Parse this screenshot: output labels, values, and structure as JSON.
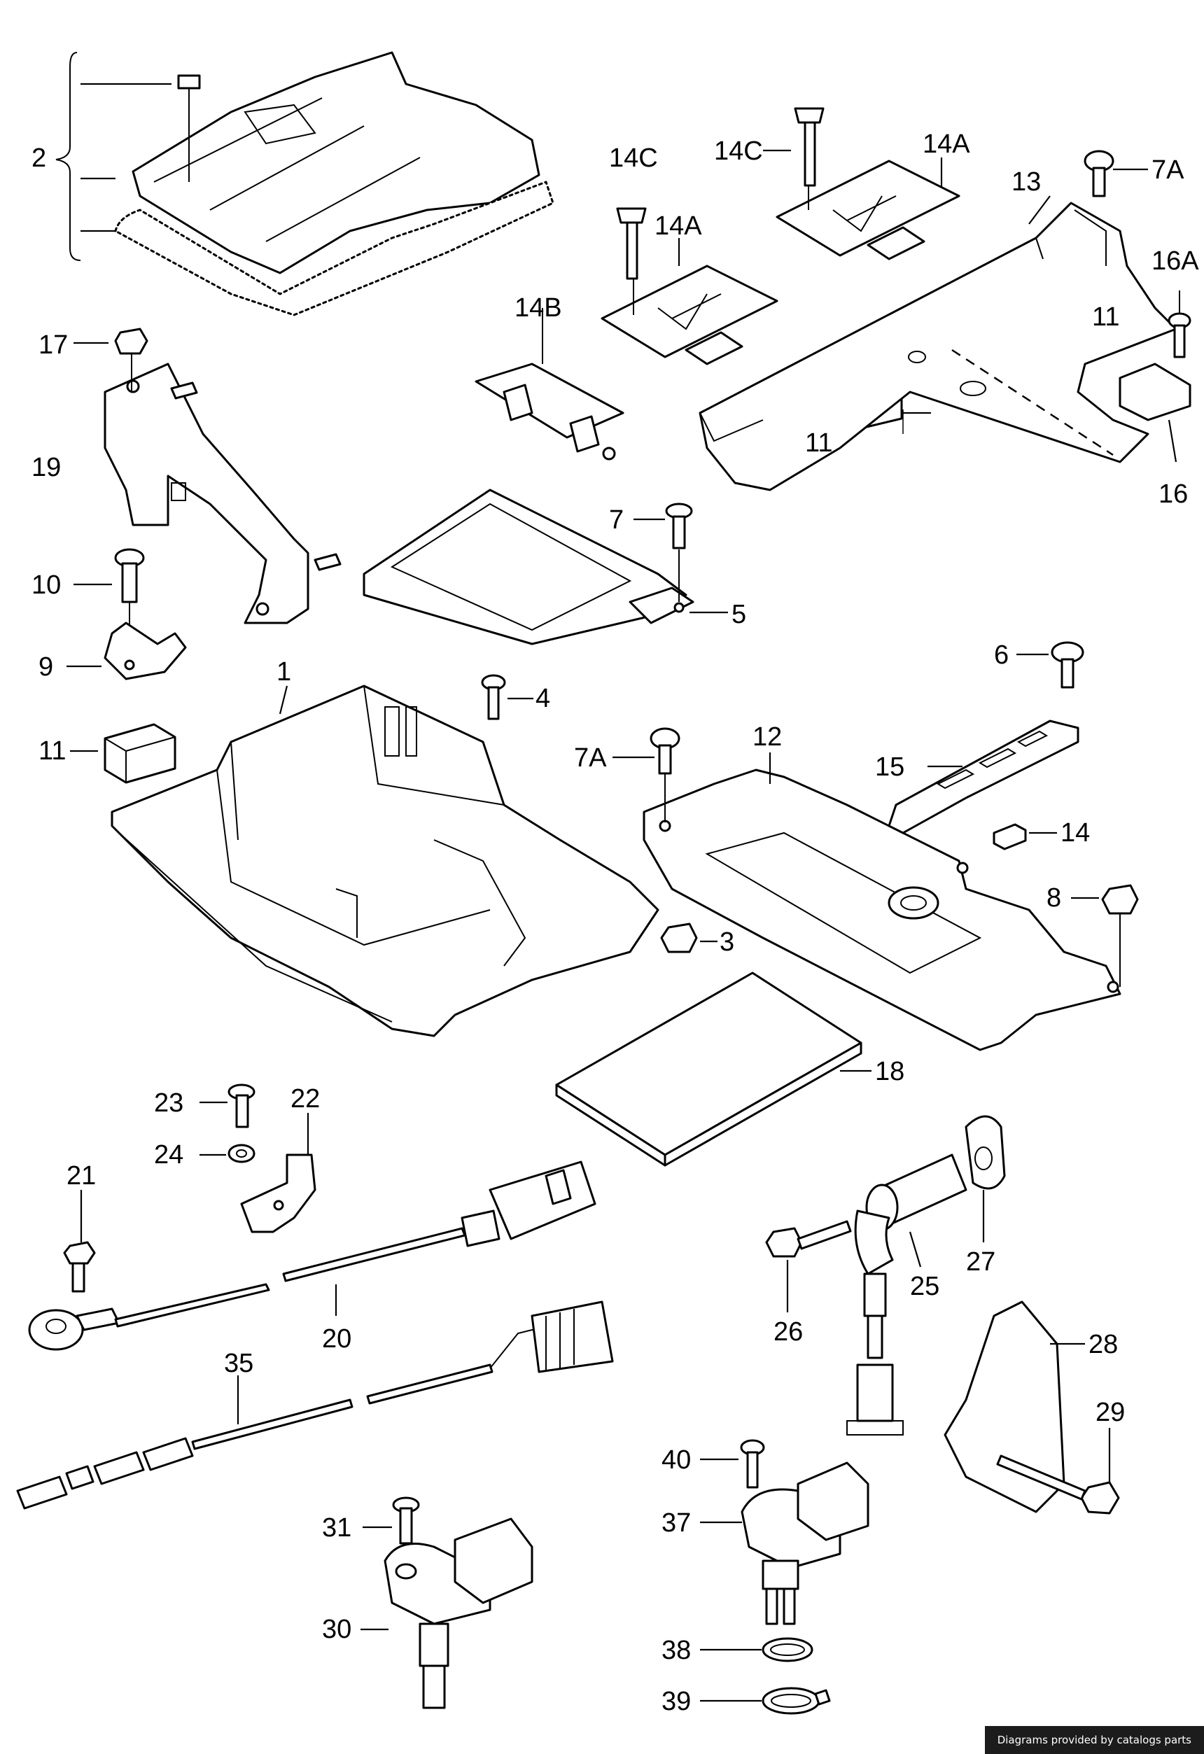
{
  "credit": "Diagrams provided by catalogs parts",
  "callouts": [
    "1",
    "2",
    "3",
    "4",
    "5",
    "6",
    "7",
    "7A",
    "7A",
    "8",
    "9",
    "10",
    "11",
    "11",
    "11",
    "12",
    "13",
    "14",
    "14A",
    "14A",
    "14B",
    "14C",
    "14C",
    "15",
    "16",
    "16A",
    "17",
    "18",
    "19",
    "20",
    "21",
    "22",
    "23",
    "24",
    "25",
    "26",
    "27",
    "28",
    "29",
    "30",
    "31",
    "35",
    "37",
    "38",
    "39",
    "40"
  ]
}
